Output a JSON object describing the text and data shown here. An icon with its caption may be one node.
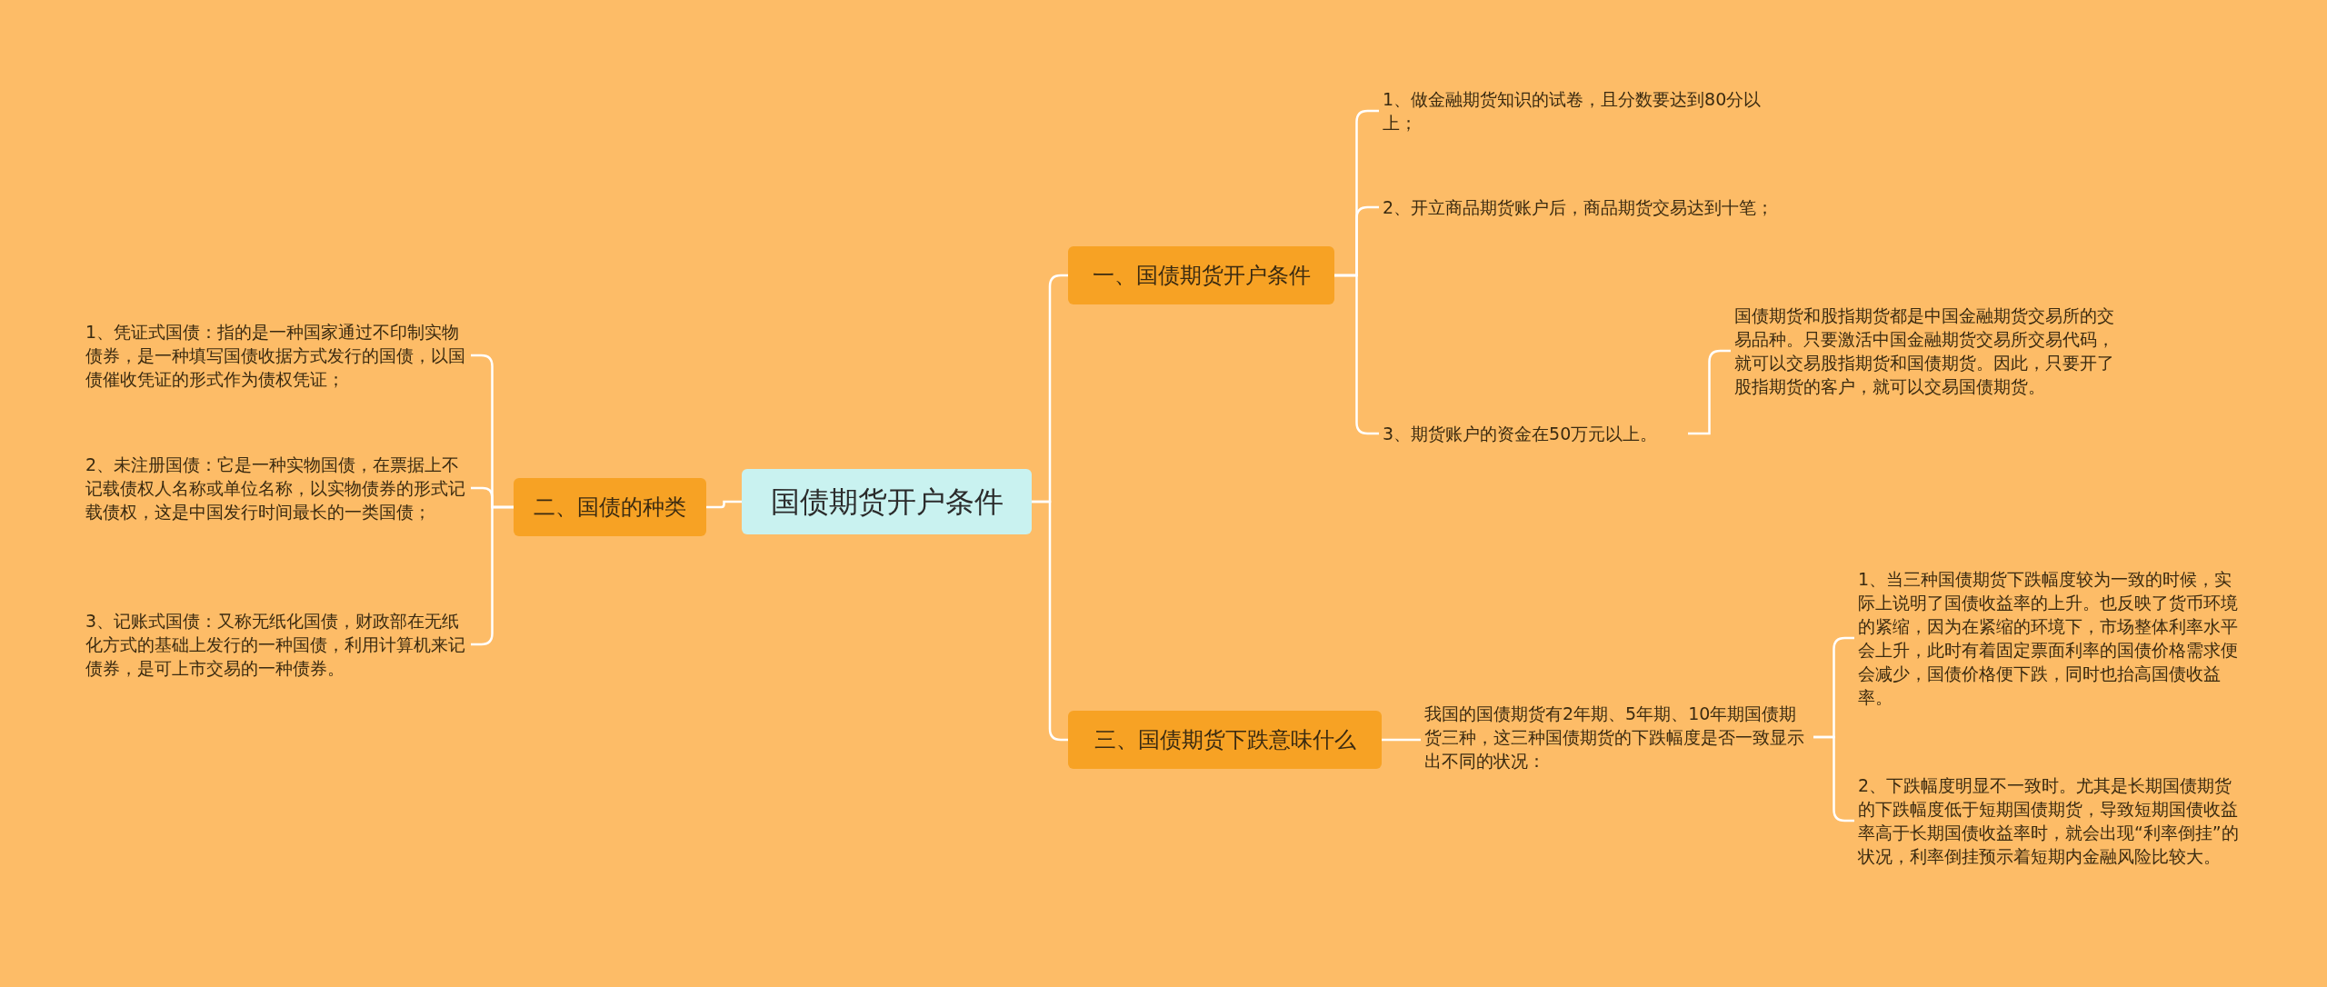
{
  "diagram": {
    "nodes": [
      {
        "text": [
          "国债期货开户条件"
        ]
      },
      {
        "text": [
          "一、国债期货开户条件"
        ]
      },
      {
        "text": [
          "1、做金融期货知识的试卷，且分数要达到80分以上；"
        ]
      },
      {
        "text": [
          "2、开立商品期货账户后，商品期货交易达到十笔；"
        ]
      },
      {
        "text": [
          "3、期货账户的资金在50万元以上。"
        ]
      },
      {
        "text": [
          "国债期货和股指期货都是中国金融期货交易所的交易品种。只要激活中国金融期货交易所交易代码，就可以交易股指期货和国债期货。因此，只要开了股指期货的客户，就可以交易国债期货。"
        ]
      },
      {
        "text": [
          "二、国债的种类"
        ]
      },
      {
        "text": [
          "1、凭证式国债：指的是一种国家通过不印制实物债券，是一种填写国债收据方式发行的国债，以国债催收凭证的形式作为债权凭证；"
        ]
      },
      {
        "text": [
          "2、未注册国债：它是一种实物国债，在票据上不记载债权人名称或单位名称，以实物债券的形式记载债权，这是中国发行时间最长的一类国债；"
        ]
      },
      {
        "text": [
          "3、记账式国债：又称无纸化国债，财政部在无纸化方式的基础上发行的一种国债，利用计算机来记债券，是可上市交易的一种债券。"
        ]
      },
      {
        "text": [
          "三、国债期货下跌意味什么"
        ]
      },
      {
        "text": [
          "我国的国债期货有2年期、5年期、10年期国债期货三种，这三种国债期货的下跌幅度是否一致显示出不同的状况："
        ]
      },
      {
        "text": [
          "1、当三种国债期货下跌幅度较为一致的时候，实际上说明了国债收益率的上升。也反映了货币环境的紧缩，因为在紧缩的环境下，市场整体利率水平会上升，此时有着固定票面利率的国债价格需求便会减少，国债价格便下跌，同时也抬高国债收益率。"
        ]
      },
      {
        "text": [
          "2、下跌幅度明显不一致时。尤其是长期国债期货的下跌幅度低于短期国债期货，导致短期国债收益率高于长期国债收益率时，就会出现“利率倒挂”的状况，利率倒挂预示着短期内金融风险比较大。"
        ]
      }
    ],
    "edges": [
      {
        "from": 0,
        "to": 1,
        "arrow": "none"
      },
      {
        "from": 1,
        "to": 2,
        "arrow": "none"
      },
      {
        "from": 1,
        "to": 3,
        "arrow": "none"
      },
      {
        "from": 1,
        "to": 4,
        "arrow": "none"
      },
      {
        "from": 4,
        "to": 5,
        "arrow": "none"
      },
      {
        "from": 0,
        "to": 6,
        "arrow": "none"
      },
      {
        "from": 6,
        "to": 7,
        "arrow": "none"
      },
      {
        "from": 6,
        "to": 8,
        "arrow": "none"
      },
      {
        "from": 6,
        "to": 9,
        "arrow": "none"
      },
      {
        "from": 0,
        "to": 10,
        "arrow": "none"
      },
      {
        "from": 10,
        "to": 11,
        "arrow": "none"
      },
      {
        "from": 11,
        "to": 12,
        "arrow": "none"
      },
      {
        "from": 11,
        "to": 13,
        "arrow": "none"
      }
    ]
  }
}
